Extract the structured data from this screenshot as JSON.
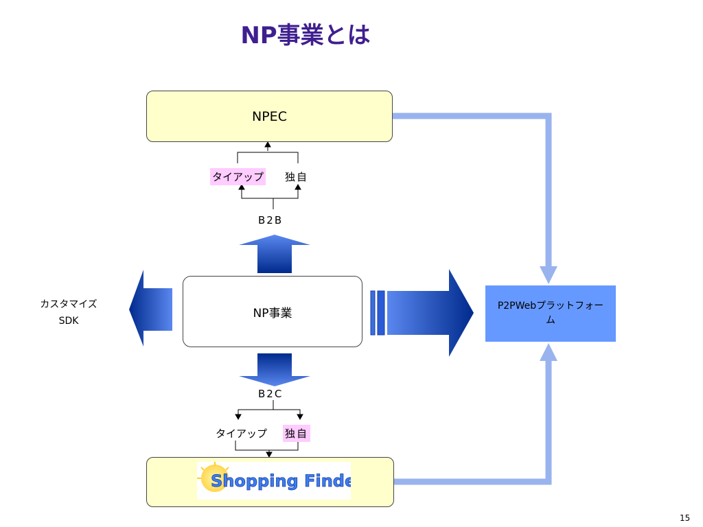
{
  "title": "NP事業とは",
  "nodes": {
    "npec": "NPEC",
    "np_business": "NP事業",
    "p2p_platform": "P2PWebプラットフォーム",
    "shopping_finder_logo": "Shopping Finder"
  },
  "labels": {
    "b2b": "B2B",
    "b2c": "B2C",
    "tieup_top": "タイアップ",
    "own_top": "独自",
    "tieup_bottom": "タイアップ",
    "own_bottom": "独自",
    "customize": "カスタマイズ",
    "sdk": "SDK"
  },
  "page_number": "15",
  "colors": {
    "title": "#3f1f8f",
    "box_fill": "#ffffcc",
    "platform_fill": "#6699ff",
    "connector": "#99b3ee",
    "arrow_dark": "#002a8c",
    "arrow_light": "#3a6ee0",
    "highlight": "#ffccff"
  }
}
